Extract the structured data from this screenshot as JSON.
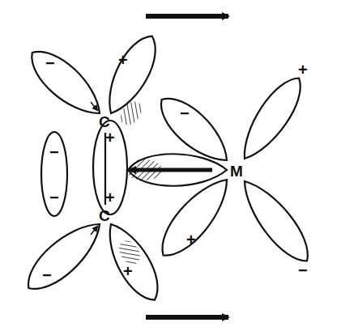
{
  "diagram": {
    "labels": [
      "−",
      "+",
      "−",
      "+",
      "C",
      "−",
      "+",
      "M",
      "−",
      "+",
      "C",
      "+",
      "+",
      "−",
      "−"
    ]
  }
}
